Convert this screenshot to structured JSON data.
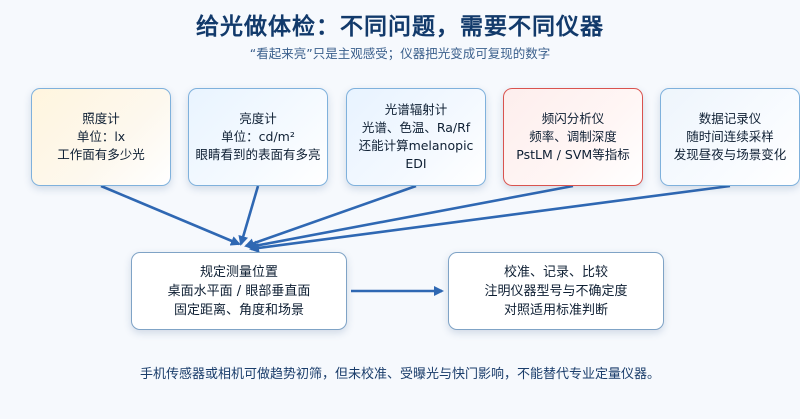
{
  "title": "给光做体检：不同问题，需要不同仪器",
  "subtitle": "“看起来亮”只是主观感受；仪器把光变成可复现的数字",
  "instruments": [
    {
      "line1": "照度计",
      "line2": "单位：lx",
      "line3": "工作面有多少光"
    },
    {
      "line1": "亮度计",
      "line2": "单位：cd/m²",
      "line3": "眼睛看到的表面有多亮"
    },
    {
      "line1": "光谱辐射计",
      "line2": "光谱、色温、Ra/Rf",
      "line3": "还能计算melanopic EDI"
    },
    {
      "line1": "频闪分析仪",
      "line2": "频率、调制深度",
      "line3": "PstLM / SVM等指标"
    },
    {
      "line1": "数据记录仪",
      "line2": "随时间连续采样",
      "line3": "发现昼夜与场景变化"
    }
  ],
  "position_box": {
    "line1": "规定测量位置",
    "line2": "桌面水平面 / 眼部垂直面",
    "line3": "固定距离、角度和场景"
  },
  "calibration_box": {
    "line1": "校准、记录、比较",
    "line2": "注明仪器型号与不确定度",
    "line3": "对照适用标准判断"
  },
  "footer": "手机传感器或相机可做趋势初筛，但未校准、受曝光与快门影响，不能替代专业定量仪器。",
  "colors": {
    "title": "#123a6b",
    "arrow": "#2f68b3",
    "flicker_border": "#d9534f",
    "card_border": "#7fb1dc"
  }
}
